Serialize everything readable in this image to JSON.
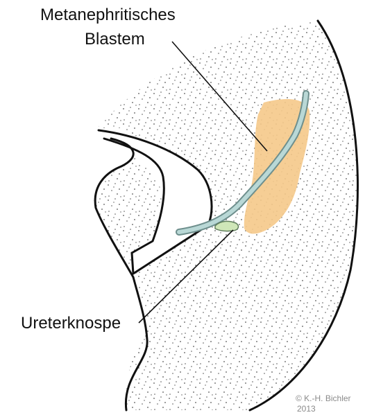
{
  "labels": {
    "blastema_line1": "Metanephritisches",
    "blastema_line2": "Blastem",
    "ureteric_bud": "Ureterknospe"
  },
  "copyright": {
    "line1": "© K.-H. Bichler",
    "line2": "2013"
  },
  "colors": {
    "blastema": "#f5c98a",
    "duct": "#b9d8d6",
    "outline": "#111111",
    "stipple": "#555555",
    "bud": "#cfe6b8"
  }
}
